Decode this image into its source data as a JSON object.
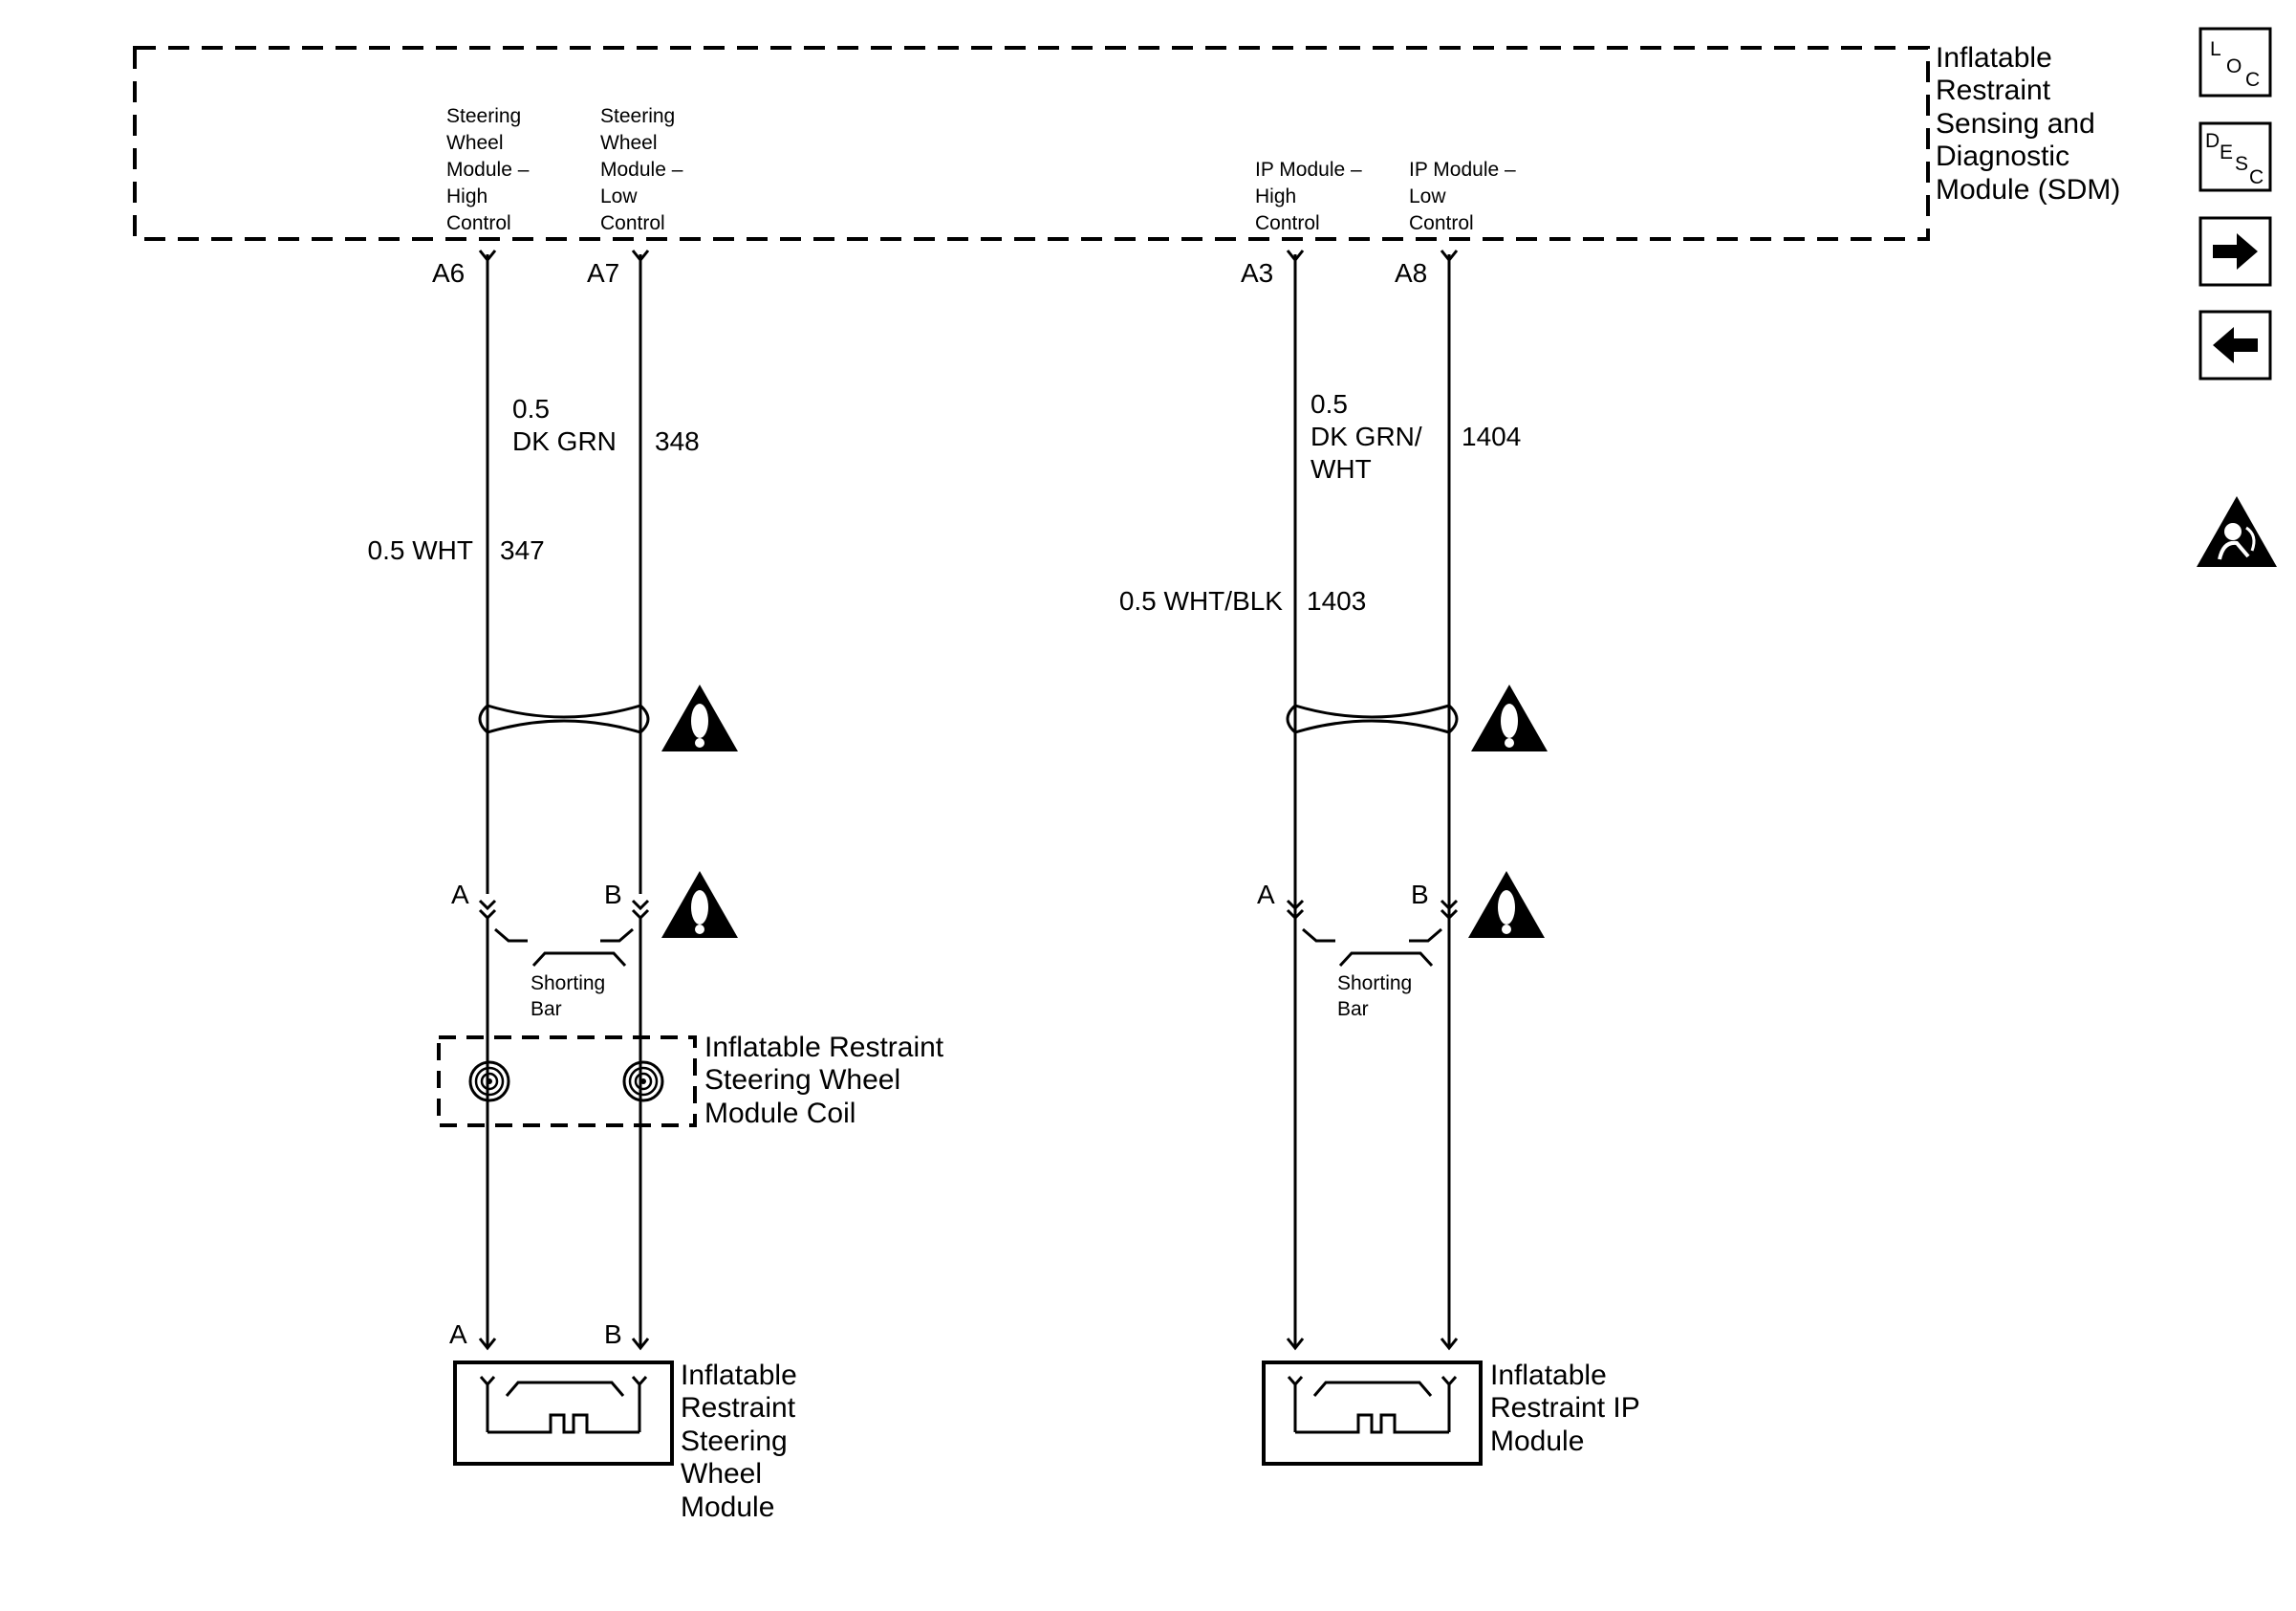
{
  "sdm": {
    "name": [
      "Inflatable",
      "Restraint",
      "Sensing and",
      "Diagnostic",
      "Module (SDM)"
    ],
    "sw_high": [
      "Steering",
      "Wheel",
      "Module –",
      "High",
      "Control"
    ],
    "sw_low": [
      "Steering",
      "Wheel",
      "Module –",
      "Low",
      "Control"
    ],
    "ip_high": [
      "IP Module –",
      "High",
      "Control"
    ],
    "ip_low": [
      "IP Module –",
      "Low",
      "Control"
    ]
  },
  "pins": {
    "a6": "A6",
    "a7": "A7",
    "a3": "A3",
    "a8": "A8",
    "a": "A",
    "b": "B"
  },
  "wires": {
    "w348_size": "0.5",
    "w348_color": "DK GRN",
    "w348_circuit": "348",
    "w347_label": "0.5 WHT",
    "w347_circuit": "347",
    "w1404_size": "0.5",
    "w1404_color1": "DK GRN/",
    "w1404_color2": "WHT",
    "w1404_circuit": "1404",
    "w1403_label": "0.5 WHT/BLK",
    "w1403_circuit": "1403"
  },
  "shorting_bar": [
    "Shorting",
    "Bar"
  ],
  "coil": [
    "Inflatable Restraint",
    "Steering Wheel",
    "Module Coil"
  ],
  "sw_module": [
    "Inflatable",
    "Restraint",
    "Steering",
    "Wheel",
    "Module"
  ],
  "ip_module": [
    "Inflatable",
    "Restraint IP",
    "Module"
  ],
  "nav": {
    "loc": [
      "L",
      "O",
      "C"
    ],
    "desc": [
      "D",
      "E",
      "S",
      "C"
    ]
  },
  "icons": {
    "warning": "caution-triangle-icon",
    "airbag": "airbag-warning-icon",
    "forward": "arrow-right-icon",
    "back": "arrow-left-icon"
  }
}
